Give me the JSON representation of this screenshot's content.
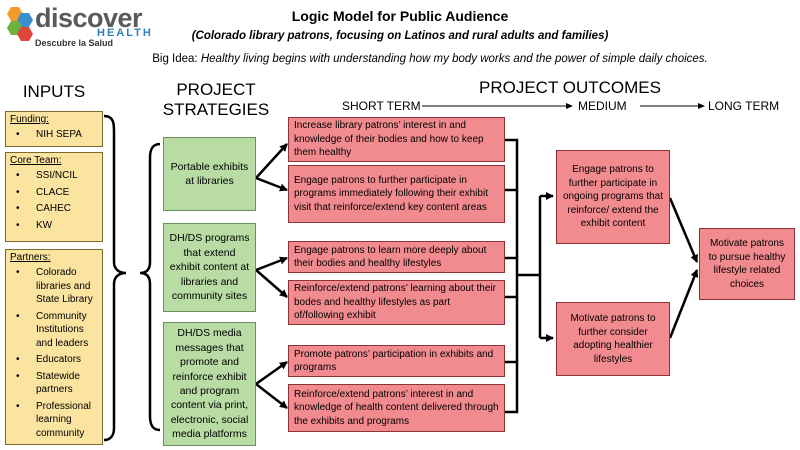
{
  "logo": {
    "brand": "discover",
    "sub": "HEALTH",
    "tagline": "Descubre la Salud"
  },
  "title": "Logic Model for Public Audience",
  "subtitle": "(Colorado library patrons, focusing on Latinos and rural adults and families)",
  "big_idea": {
    "label": "Big Idea:",
    "text": "Healthy living begins with understanding how my body works and the power of simple daily choices."
  },
  "headers": {
    "inputs": "INPUTS",
    "strategies": "PROJECT STRATEGIES",
    "outcomes": "PROJECT OUTCOMES",
    "short_term": "SHORT TERM",
    "medium": "MEDIUM",
    "long_term": "LONG TERM"
  },
  "inputs": {
    "funding": {
      "title": "Funding:",
      "items": [
        "NIH SEPA"
      ]
    },
    "core_team": {
      "title": "Core Team:",
      "items": [
        "SSI/NCIL",
        "CLACE",
        "CAHEC",
        "KW"
      ]
    },
    "partners": {
      "title": "Partners:",
      "items": [
        "Colorado libraries and State Library",
        "Community Institutions and leaders",
        "Educators",
        "Statewide partners",
        "Professional learning community"
      ]
    }
  },
  "strategies": [
    "Portable exhibits at libraries",
    "DH/DS programs that extend exhibit content at libraries and community sites",
    "DH/DS media messages that promote and reinforce exhibit and program content via print, electronic, social media platforms"
  ],
  "short_term": [
    "Increase library patrons’ interest in and knowledge of their bodies and how to keep them healthy",
    "Engage patrons to further participate in programs immediately following their exhibit visit that reinforce/extend key content areas",
    "Engage patrons to learn more deeply about their bodies and healthy lifestyles",
    "Reinforce/extend patrons’ learning about their bodes and healthy lifestyles as part of/following exhibit",
    "Promote patrons’ participation in exhibits and programs",
    "Reinforce/extend patrons’ interest in and knowledge of health content delivered through the exhibits and programs"
  ],
  "medium": [
    "Engage patrons to further participate in ongoing programs that reinforce/ extend the exhibit content",
    "Motivate patrons to further consider adopting healthier lifestyles"
  ],
  "long_term": "Motivate patrons to pursue healthy lifestyle related choices"
}
